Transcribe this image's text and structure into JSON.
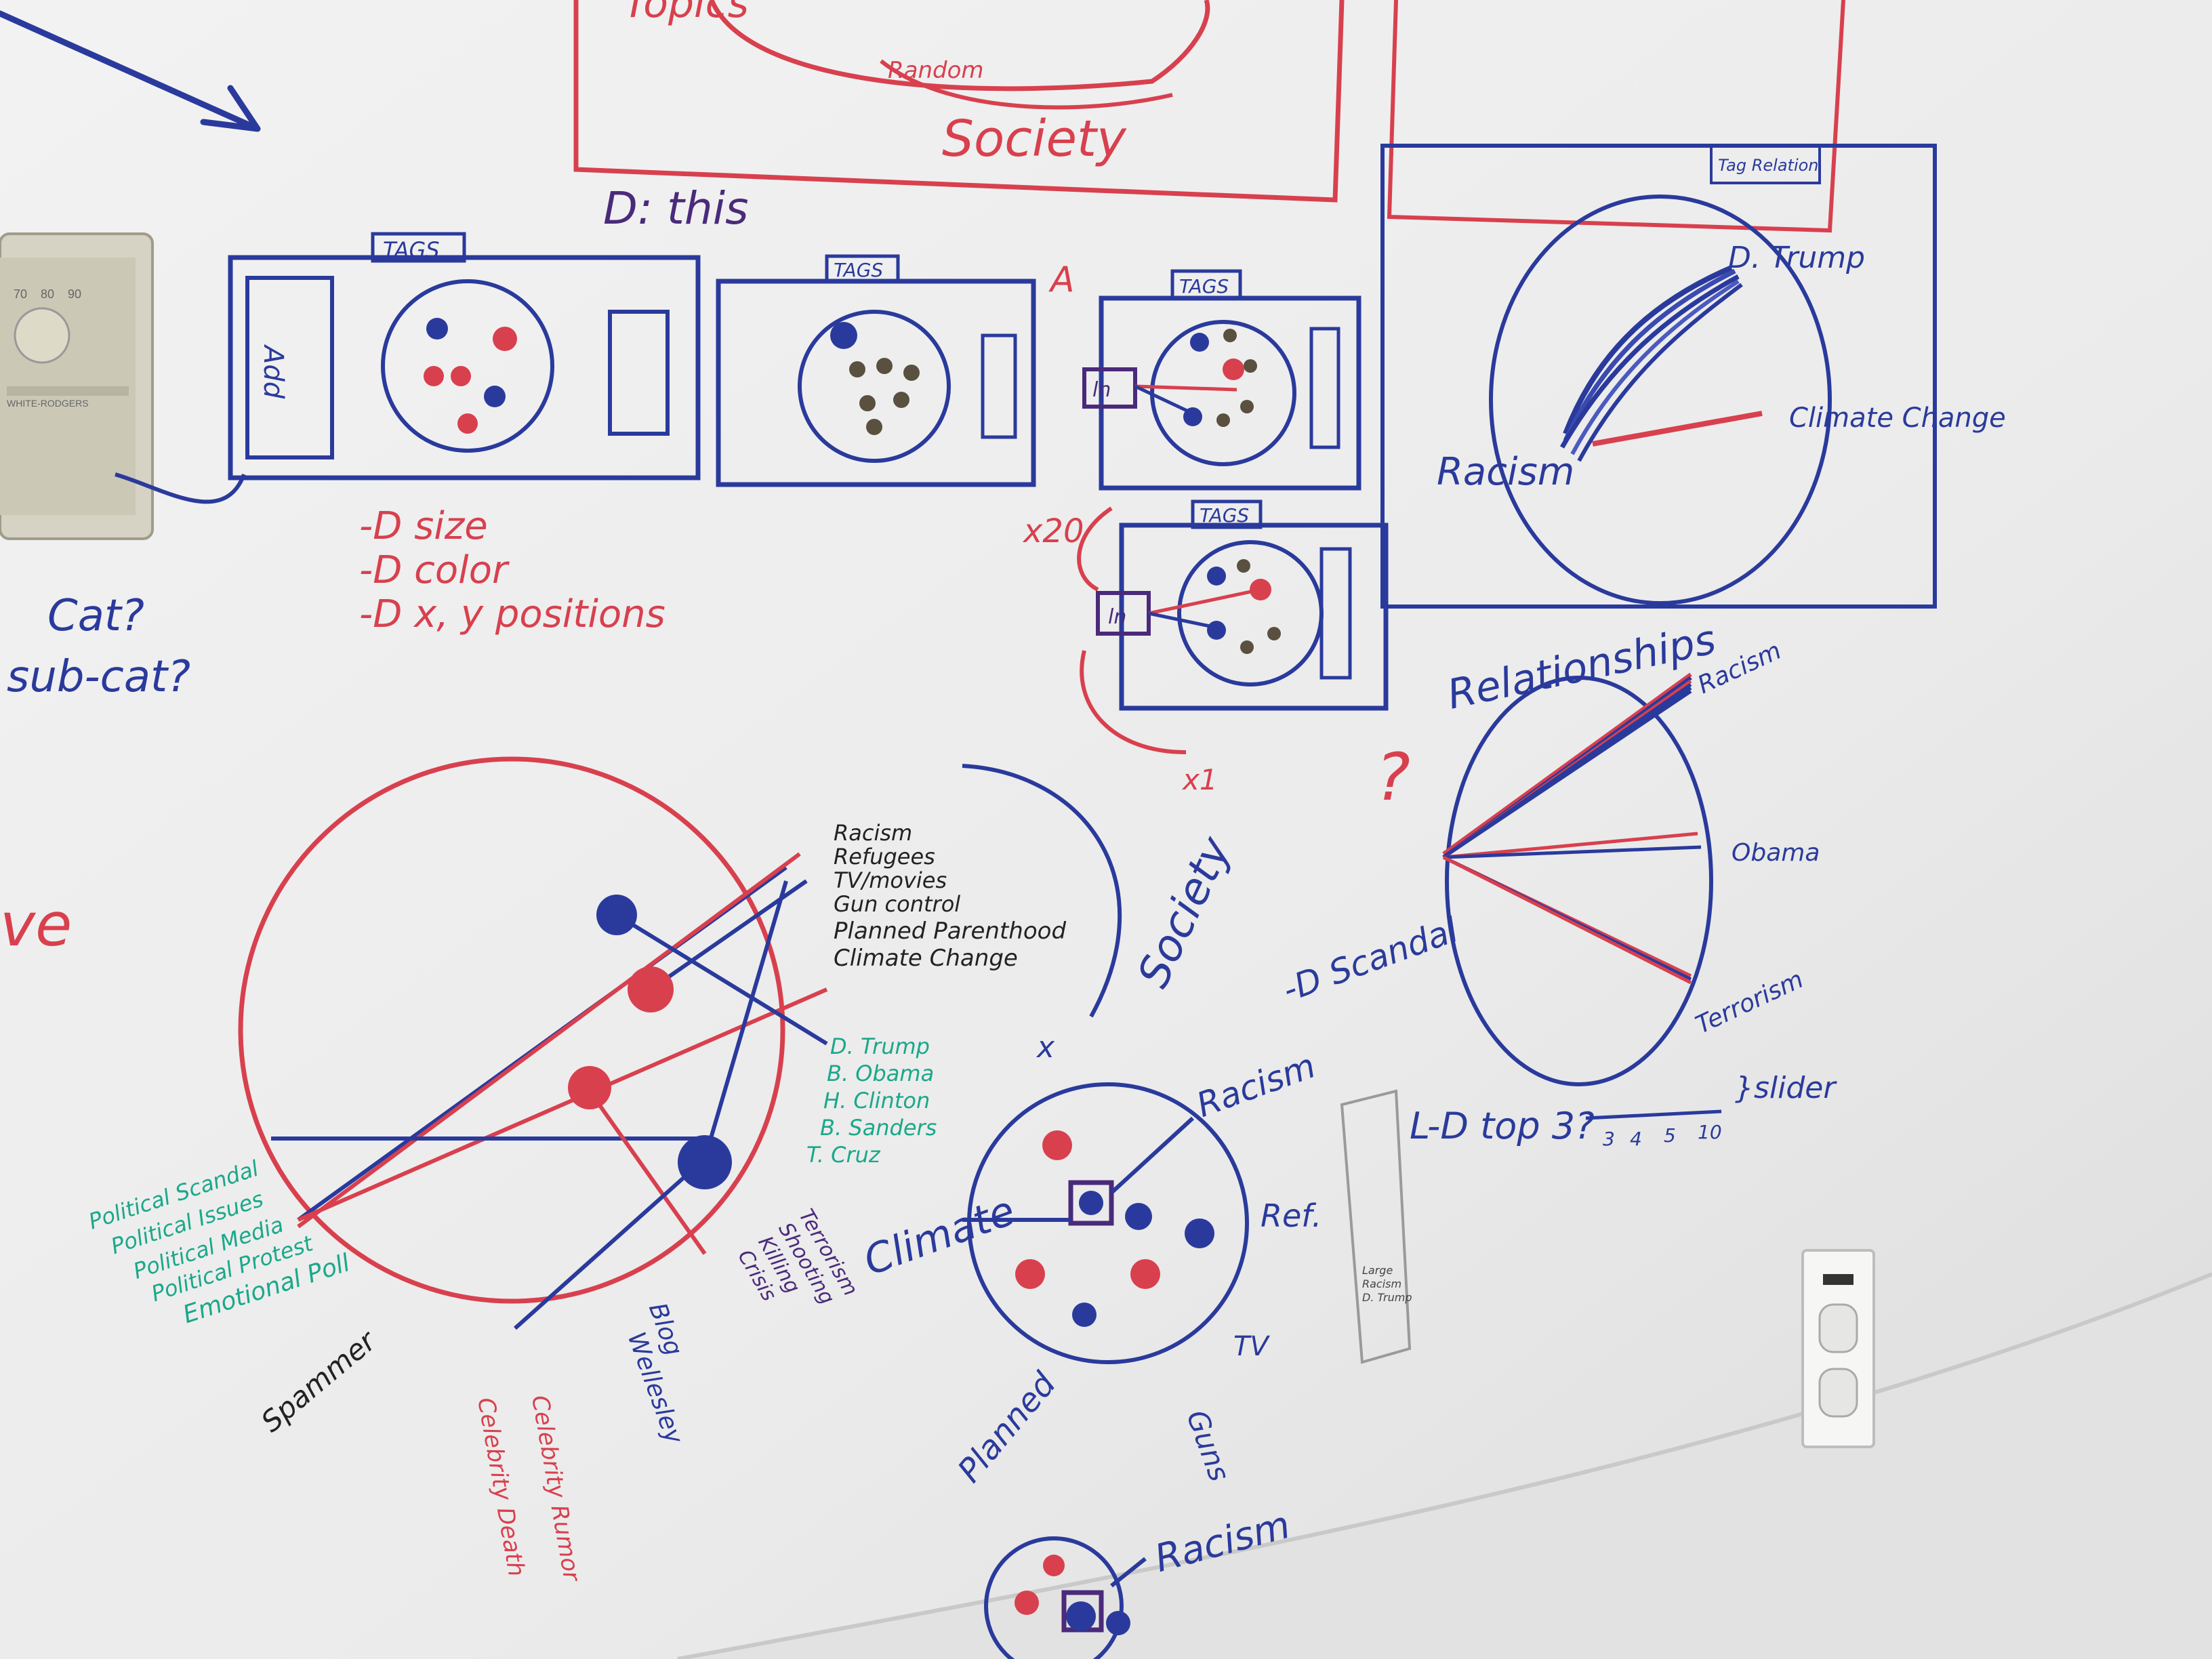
{
  "top_sketch": {
    "label_partial": "Topics",
    "label_small": "Random",
    "label_society": "Society"
  },
  "d_this": "D: this",
  "mock1": {
    "tag": "TAGS",
    "side_label": "Add"
  },
  "mock2": {
    "tag": "TAGS"
  },
  "mock3": {
    "tag": "TAGS",
    "box_label": "ln",
    "marker": "A"
  },
  "mock4": {
    "tag": "TAGS",
    "box_label": "ln",
    "x20": "x20",
    "x1": "x1"
  },
  "encodings": [
    "-D size",
    "-D color",
    "-D x, y positions"
  ],
  "left_notes": [
    "Cat?",
    "sub-cat?"
  ],
  "ve_fragment": "ve",
  "tag_relation": {
    "title": "Tag Relation",
    "left_node": "Racism",
    "right_top": "D. Trump",
    "right_mid": "Climate Change"
  },
  "big_circle": {
    "right_topics": [
      "Racism",
      "Refugees",
      "TV/movies",
      "Gun control",
      "Planned Parenthood",
      "Climate Change"
    ],
    "people": [
      "D. Trump",
      "B. Obama",
      "H. Clinton",
      "B. Sanders",
      "T. Cruz"
    ],
    "left_labels": [
      "Political Scandal",
      "Political Issues",
      "Political Media",
      "Political Protest",
      "Emotional Poll"
    ],
    "bottom_labels": [
      "Spammer",
      "Celebrity Rumor",
      "Celebrity Death",
      "Blog",
      "Wellesley",
      "Terrorism",
      "Shooting",
      "Killing",
      "Crisis"
    ]
  },
  "society_label": "Society",
  "cluster": {
    "labels": [
      "x",
      "Racism",
      "Climate",
      "Ref.",
      "TV",
      "Guns",
      "Planned"
    ]
  },
  "relationships": {
    "title": "Relationships",
    "question": "?",
    "arrow_label": "-D Scandal",
    "nodes": [
      "Racism",
      "Obama",
      "Terrorism"
    ],
    "top3": "L-D top 3?",
    "slider_ticks": [
      "3",
      "4",
      "5",
      "10"
    ],
    "slider_label": "}slider"
  },
  "small_panel_text": [
    "Large",
    "Racism",
    "D. Trump"
  ],
  "bottom_cluster_label": "Racism",
  "thermostat": {
    "brand": "WHITE-RODGERS",
    "scale": [
      "70",
      "80",
      "90"
    ]
  },
  "colors": {
    "marker_red": "#d8404e",
    "marker_blue": "#2a3a9c",
    "marker_teal": "#1aa88a",
    "marker_purple": "#4a2a7a",
    "marker_black": "#222222",
    "board": "#ededed"
  }
}
